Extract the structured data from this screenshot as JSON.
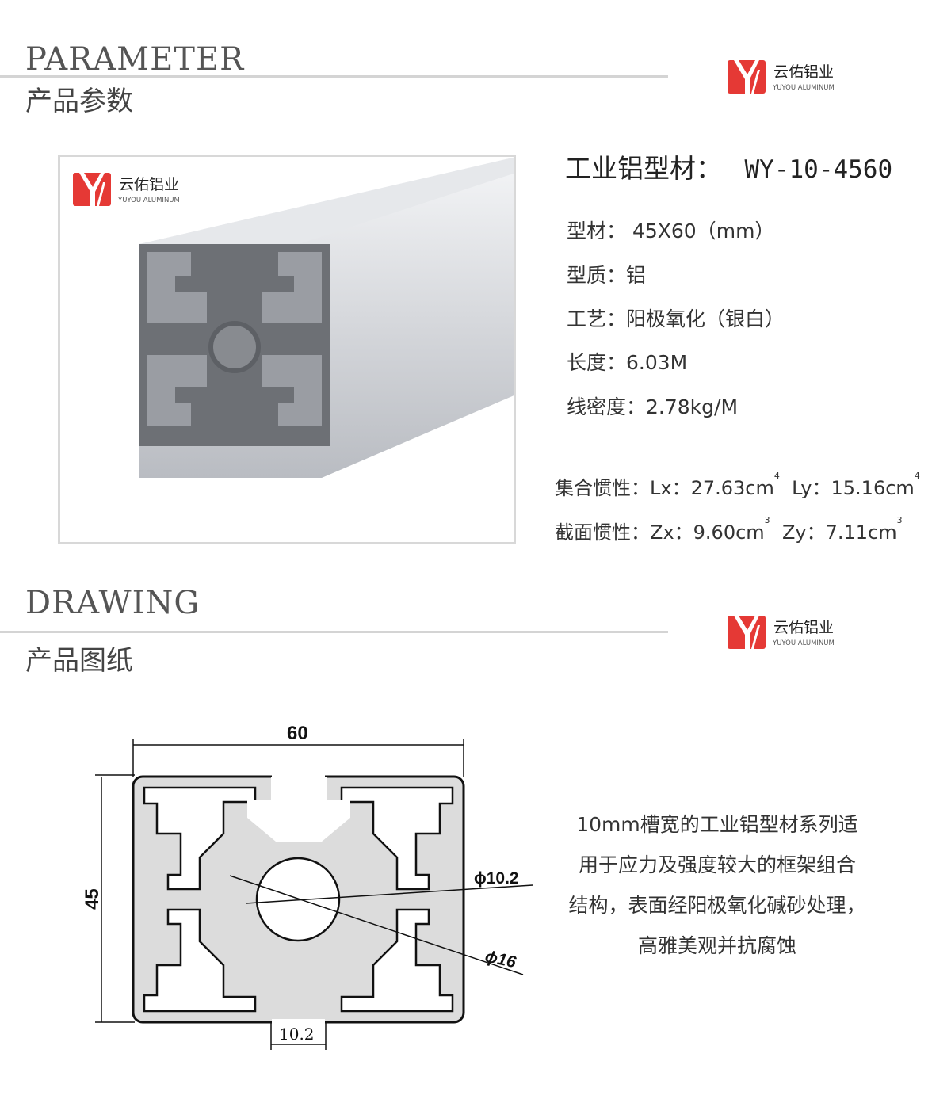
{
  "brand": {
    "name_cn": "云佑铝业",
    "name_en": "YUYOU ALUMINUM",
    "color": "#e53935"
  },
  "parameter_section": {
    "title_en": "PARAMETER",
    "title_cn": "产品参数"
  },
  "drawing_section": {
    "title_en": "DRAWING",
    "title_cn": "产品图纸"
  },
  "product": {
    "heading_label": "工业铝型材：",
    "model": "WY-10-4560",
    "specs": [
      {
        "label": "型材：",
        "value": " 45X60（mm）"
      },
      {
        "label": "型质：",
        "value": "铝"
      },
      {
        "label": "工艺：",
        "value": "阳极氧化（银白）"
      },
      {
        "label": "长度：",
        "value": "6.03M"
      },
      {
        "label": "线密度：",
        "value": "2.78kg/M"
      }
    ],
    "inertia": {
      "label": "集合惯性：",
      "lx_label": "Lx：",
      "lx_value": "27.63cm",
      "lx_exp": "4",
      "ly_label": "Ly：",
      "ly_value": "15.16cm",
      "ly_exp": "4"
    },
    "section_modulus": {
      "label": "截面惯性：",
      "zx_label": "Zx：",
      "zx_value": "9.60cm",
      "zx_exp": "3",
      "zy_label": "Zy：",
      "zy_value": "7.11cm",
      "zy_exp": "3"
    }
  },
  "drawing": {
    "width_dim": "60",
    "height_dim": "45",
    "slot_dim": "10.2",
    "inner_dia": "ϕ10.2",
    "outer_dia": "ϕ16"
  },
  "description_lines": [
    "10mm槽宽的工业铝型材系列适",
    "用于应力及强度较大的框架组合",
    "结构，表面经阳极氧化碱砂处理，",
    "高雅美观并抗腐蚀"
  ]
}
